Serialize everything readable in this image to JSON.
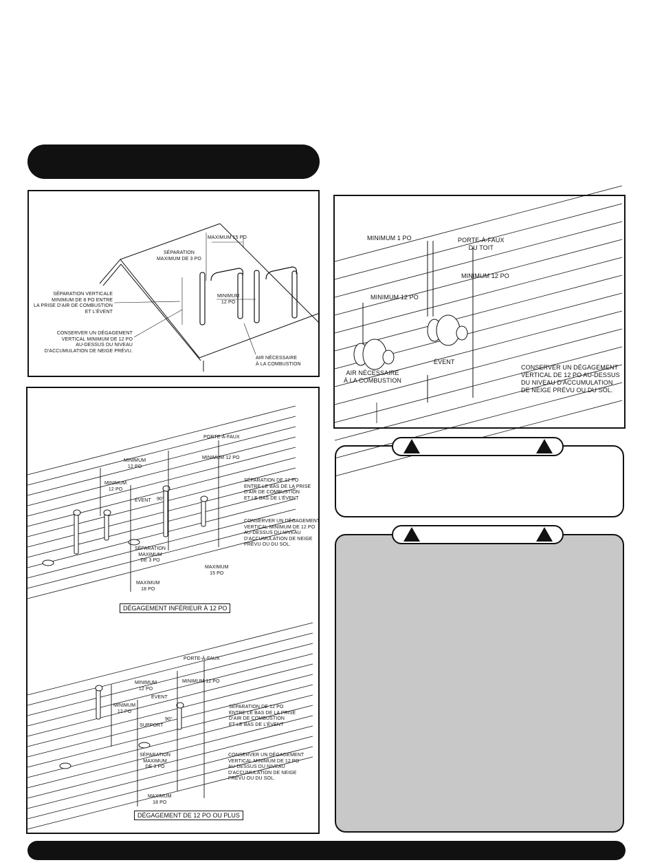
{
  "colors": {
    "ink": "#111111",
    "caution_fill": "#c8c8c8"
  },
  "roof": {
    "max15": "MAXIMUM 15 PO",
    "sep3": "SÉPARATION\nMAXIMUM DE 3 PO",
    "vert8": "SÉPARATION VERTICALE\nMINIMUM DE 8 PO ENTRE\nLA PRISE D'AIR DE COMBUSTION\nET L'ÉVENT",
    "min12": "MINIMUM\n12 PO",
    "keep12": "CONSERVER UN DÉGAGEMENT\nVERTICAL MINIMUM DE 12 PO\nAU-DESSUS DU NIVEAU\nD'ACCUMULATION DE NEIGE PRÉVU.",
    "air": "AIR NÉCESSAIRE\nÀ LA COMBUSTION"
  },
  "concentric": {
    "min1": "MINIMUM 1 PO",
    "overhang": "PORTE-À-FAUX\nDU TOIT",
    "min12a": "MINIMUM 12 PO",
    "min12b": "MINIMUM 12 PO",
    "vent": "ÉVENT",
    "air": "AIR NÉCESSAIRE\nÀ LA COMBUSTION",
    "keep12": "CONSERVER UN DÉGAGEMENT\nVERTICAL DE 12 PO AU-DESSUS\nDU NIVEAU D'ACCUMULATION\nDE NEIGE PRÉVU OU DU SOL."
  },
  "sidewall_low": {
    "overhang": "PORTE-À-FAUX",
    "min12a": "MINIMUM 12 PO",
    "min12b": "MINIMUM\n12 PO",
    "min12c": "MINIMUM\n12 PO",
    "vent": "ÉVENT",
    "angle": "90°",
    "sep12": "SÉPARATION DE 12 PO\nENTRE LE BAS DE LA PRISE\nD'AIR DE COMBUSTION\nET LE BAS DE L'ÉVENT",
    "keep12": "CONSERVER UN DÉGAGEMENT\nVERTICAL MINIMUM DE 12 PO\nAU-DESSUS DU NIVEAU\nD'ACCUMULATION DE NEIGE\nPRÉVU OU DU SOL.",
    "sep3": "SÉPARATION\nMAXIMUM\nDE 3 PO",
    "max15": "MAXIMUM\n15 PO",
    "max18": "MAXIMUM\n18 PO",
    "caption": "DÉGAGEMENT INFÉRIEUR À 12 PO"
  },
  "sidewall_high": {
    "overhang": "PORTE-À-FAUX",
    "min12a": "MINIMUM 12 PO",
    "min12b": "MINIMUM\n12 PO",
    "min12c": "MINIMUM\n12 PO",
    "vent": "ÉVENT",
    "angle": "90°",
    "support": "SUPPORT",
    "sep12": "SÉPARATION DE 12 PO\nENTRE LE BAS DE LA PRISE\nD'AIR DE COMBUSTION\nET LE BAS DE L'ÉVENT",
    "keep12": "CONSERVER UN DÉGAGEMENT\nVERTICAL MINIMUM DE 12 PO\nAU-DESSUS DU NIVEAU\nD'ACCUMULATION DE NEIGE\nPRÉVU OU DU SOL.",
    "sep3": "SÉPARATION\nMAXIMUM\nDE 3 PO",
    "max18": "MAXIMUM\n18 PO",
    "caption": "DÉGAGEMENT DE 12 PO OU PLUS"
  }
}
